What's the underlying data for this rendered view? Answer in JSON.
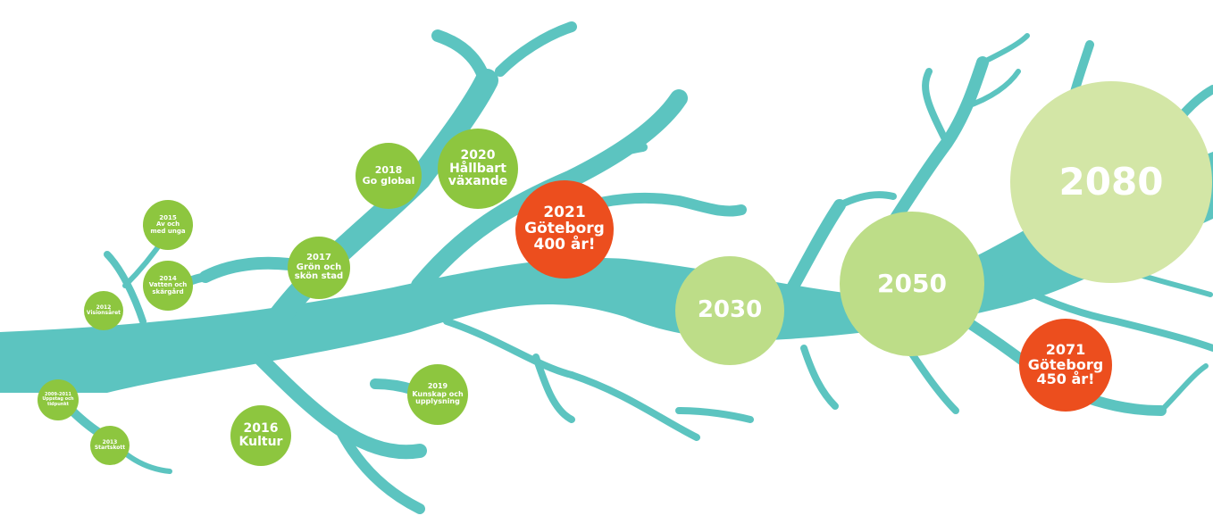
{
  "colors": {
    "branch": "#5cc4c0",
    "green": "#8dc63f",
    "light_green": "#bddd88",
    "pale_green": "#d3e6a6",
    "red": "#ec4e1e",
    "text": "#ffffff"
  },
  "nodes": {
    "n2012": [
      "2012",
      "Visionsåret"
    ],
    "n2015": [
      "2015",
      "Av och",
      "med unga"
    ],
    "n2014": [
      "2014",
      "Vatten och",
      "skärgård"
    ],
    "n2009": [
      "2009-2011",
      "Uppstag och",
      "tidpunkt"
    ],
    "n2013": [
      "2013",
      "Startskott"
    ],
    "n2016": [
      "2016",
      "Kultur"
    ],
    "n2017": [
      "2017",
      "Grön och",
      "skön stad"
    ],
    "n2018": [
      "2018",
      "Go global"
    ],
    "n2019": [
      "2019",
      "Kunskap och",
      "upplysning"
    ],
    "n2020": [
      "2020",
      "Hållbart",
      "växande"
    ],
    "n2021": [
      "2021",
      "Göteborg",
      "400 år!"
    ],
    "n2030": [
      "2030"
    ],
    "n2050": [
      "2050"
    ],
    "n2071": [
      "2071",
      "Göteborg",
      "450 år!"
    ],
    "n2080": [
      "2080"
    ]
  }
}
